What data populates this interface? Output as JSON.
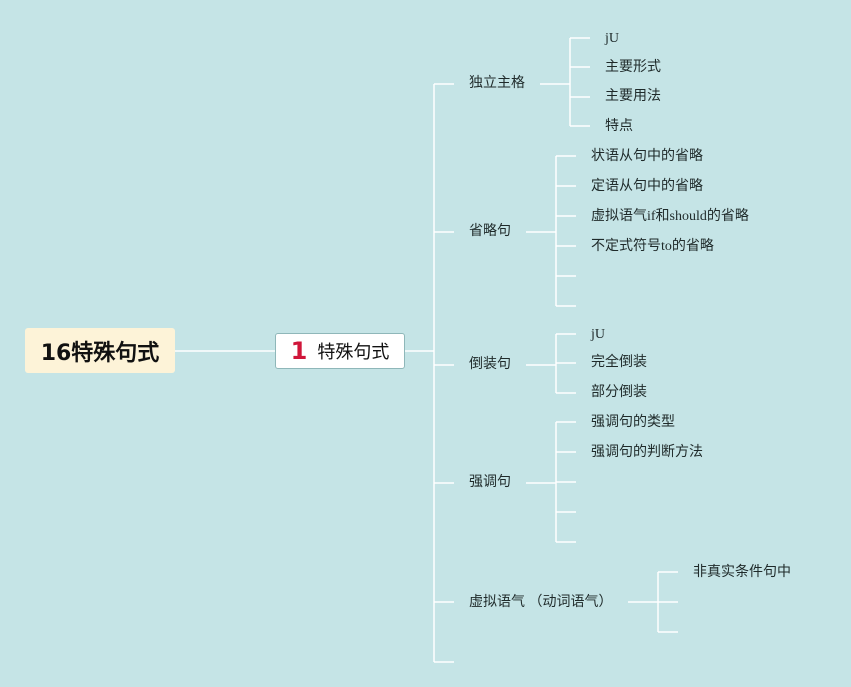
{
  "root": {
    "title": "16特殊句式"
  },
  "main": {
    "number": "1",
    "title": "特殊句式"
  },
  "branches": [
    {
      "label": "独立主格",
      "children": [
        "jU",
        "主要形式",
        "主要用法",
        "特点"
      ]
    },
    {
      "label": "省略句",
      "children": [
        "状语从句中的省略",
        "定语从句中的省略",
        "虚拟语气if和should的省略",
        "不定式符号to的省略",
        "",
        ""
      ]
    },
    {
      "label": "倒装句",
      "children": [
        "jU",
        "完全倒装",
        "部分倒装"
      ]
    },
    {
      "label": "强调句",
      "children": [
        "强调句的类型",
        "强调句的判断方法",
        "",
        "",
        ""
      ]
    },
    {
      "label": "虚拟语气 （动词语气）",
      "children": [
        "非真实条件句中",
        "",
        ""
      ]
    }
  ]
}
